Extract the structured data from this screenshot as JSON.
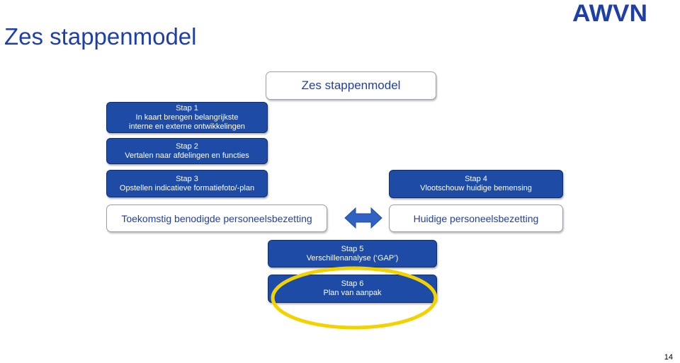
{
  "header": {
    "title": "Zes stappenmodel",
    "logo_text": "AWVN"
  },
  "diagram": {
    "heading": "Zes stappenmodel",
    "stap1": {
      "label": "Stap 1",
      "line1": "In kaart brengen belangrijkste",
      "line2": "interne en externe ontwikkelingen"
    },
    "stap2": {
      "label": "Stap 2",
      "line1": "Vertalen naar afdelingen en functies"
    },
    "stap3": {
      "label": "Stap 3",
      "line1": "Opstellen indicatieve formatiefoto/-plan"
    },
    "stap4": {
      "label": "Stap 4",
      "line1": "Vlootschouw huidige bemensing"
    },
    "toekomstig": "Toekomstig benodigde personeelsbezetting",
    "huidige": "Huidige personeelsbezetting",
    "stap5": {
      "label": "Stap 5",
      "line1": "Verschillenanalyse (‘GAP’)"
    },
    "stap6": {
      "label": "Stap 6",
      "line1": "Plan van aanpak"
    }
  },
  "colors": {
    "accent_blue": "#1d4ba5",
    "title_blue": "#1f3fa8",
    "highlight_yellow": "#f2d200"
  },
  "footer": {
    "page_number": "14"
  }
}
